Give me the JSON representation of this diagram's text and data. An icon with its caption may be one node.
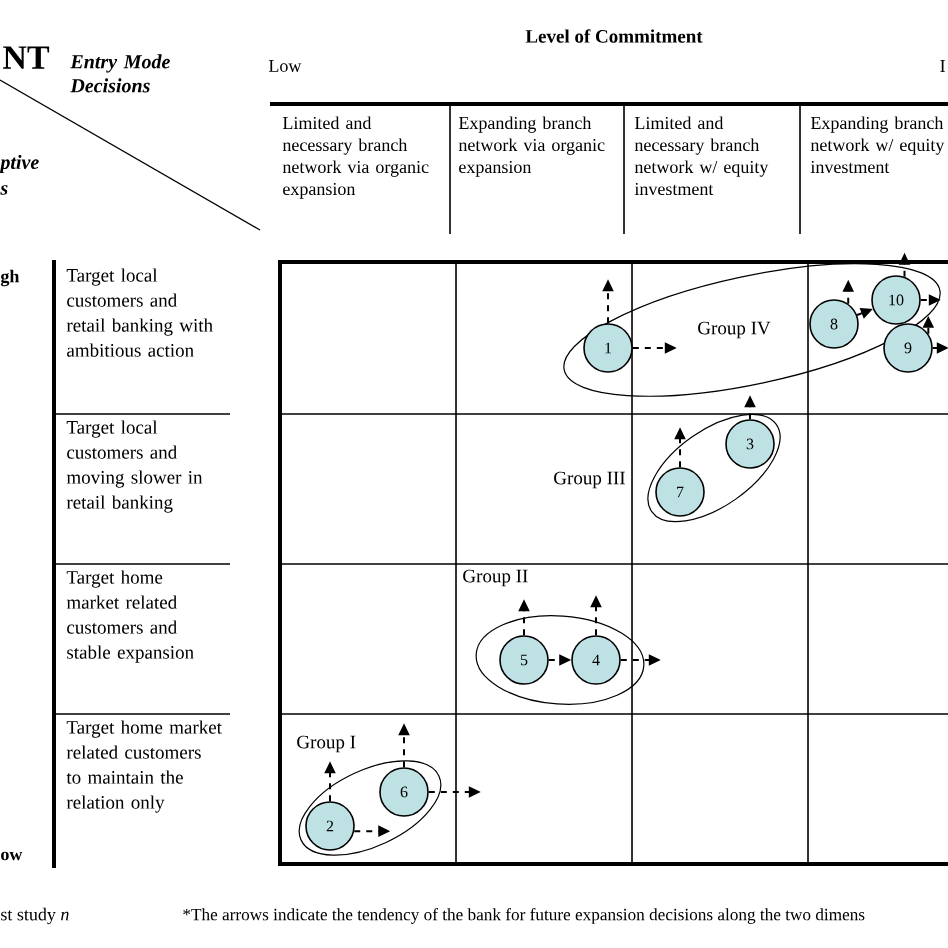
{
  "diagram": {
    "nodes": [
      {
        "text": [
          "Group IV"
        ]
      },
      {
        "text": [
          "1"
        ],
        "in": 0
      },
      {
        "text": [
          "8"
        ],
        "in": 0
      },
      {
        "text": [
          "10"
        ],
        "in": 0
      },
      {
        "text": [
          "9"
        ],
        "in": 0
      },
      {
        "text": [
          "Group III"
        ]
      },
      {
        "text": [
          "7"
        ],
        "in": 5
      },
      {
        "text": [
          "3"
        ],
        "in": 5
      },
      {
        "text": [
          "Group II"
        ]
      },
      {
        "text": [
          "5"
        ],
        "in": 8
      },
      {
        "text": [
          "4"
        ],
        "in": 8
      },
      {
        "text": [
          "Group I"
        ]
      },
      {
        "text": [
          "2"
        ],
        "in": 11
      },
      {
        "text": [
          "6"
        ],
        "in": 11
      }
    ],
    "edges": [
      {
        "from": 1,
        "to": null,
        "arrow": "to",
        "style": "dashed"
      },
      {
        "from": 1,
        "to": null,
        "arrow": "to",
        "style": "dashed"
      },
      {
        "from": 2,
        "to": 3,
        "arrow": "to",
        "style": "dashed"
      },
      {
        "from": 2,
        "to": null,
        "arrow": "to",
        "style": "dashed"
      },
      {
        "from": 3,
        "to": null,
        "arrow": "to",
        "style": "dashed"
      },
      {
        "from": 3,
        "to": null,
        "arrow": "to",
        "style": "dashed"
      },
      {
        "from": 4,
        "to": null,
        "arrow": "to",
        "style": "dashed"
      },
      {
        "from": 4,
        "to": null,
        "arrow": "to",
        "style": "dashed"
      },
      {
        "from": 6,
        "to": null,
        "arrow": "to",
        "style": "dashed"
      },
      {
        "from": 7,
        "to": null,
        "arrow": "to",
        "style": "dashed"
      },
      {
        "from": 9,
        "to": 10,
        "arrow": "to",
        "style": "dashed"
      },
      {
        "from": 9,
        "to": null,
        "arrow": "to",
        "style": "dashed"
      },
      {
        "from": 10,
        "to": null,
        "arrow": "to",
        "style": "dashed"
      },
      {
        "from": 10,
        "to": null,
        "arrow": "to",
        "style": "dashed"
      },
      {
        "from": 12,
        "to": null,
        "arrow": "to",
        "style": "dashed"
      },
      {
        "from": 12,
        "to": null,
        "arrow": "to",
        "style": "dashed"
      },
      {
        "from": 13,
        "to": null,
        "arrow": "to",
        "style": "dashed"
      },
      {
        "from": 13,
        "to": null,
        "arrow": "to",
        "style": "dashed"
      }
    ],
    "labels": [
      "NT",
      "Entry Mode Decisions",
      "Level of Commitment",
      "Low",
      "I",
      "ptive",
      "s",
      "Limited and necessary branch network via organic expansion",
      "Expanding branch network via organic expansion",
      "Limited and necessary branch network w/ equity investment",
      "Expanding branch network w/ equity investment",
      "gh",
      "Target local customers and retail banking with ambitious action",
      "Target local customers and moving slower in retail banking",
      "Target home market related customers and stable expansion",
      "Target home market related customers to maintain the relation only",
      "ow",
      "st study *n*",
      "*The arrows indicate the tendency of the bank for future expansion decisions along the two dimens"
    ]
  }
}
